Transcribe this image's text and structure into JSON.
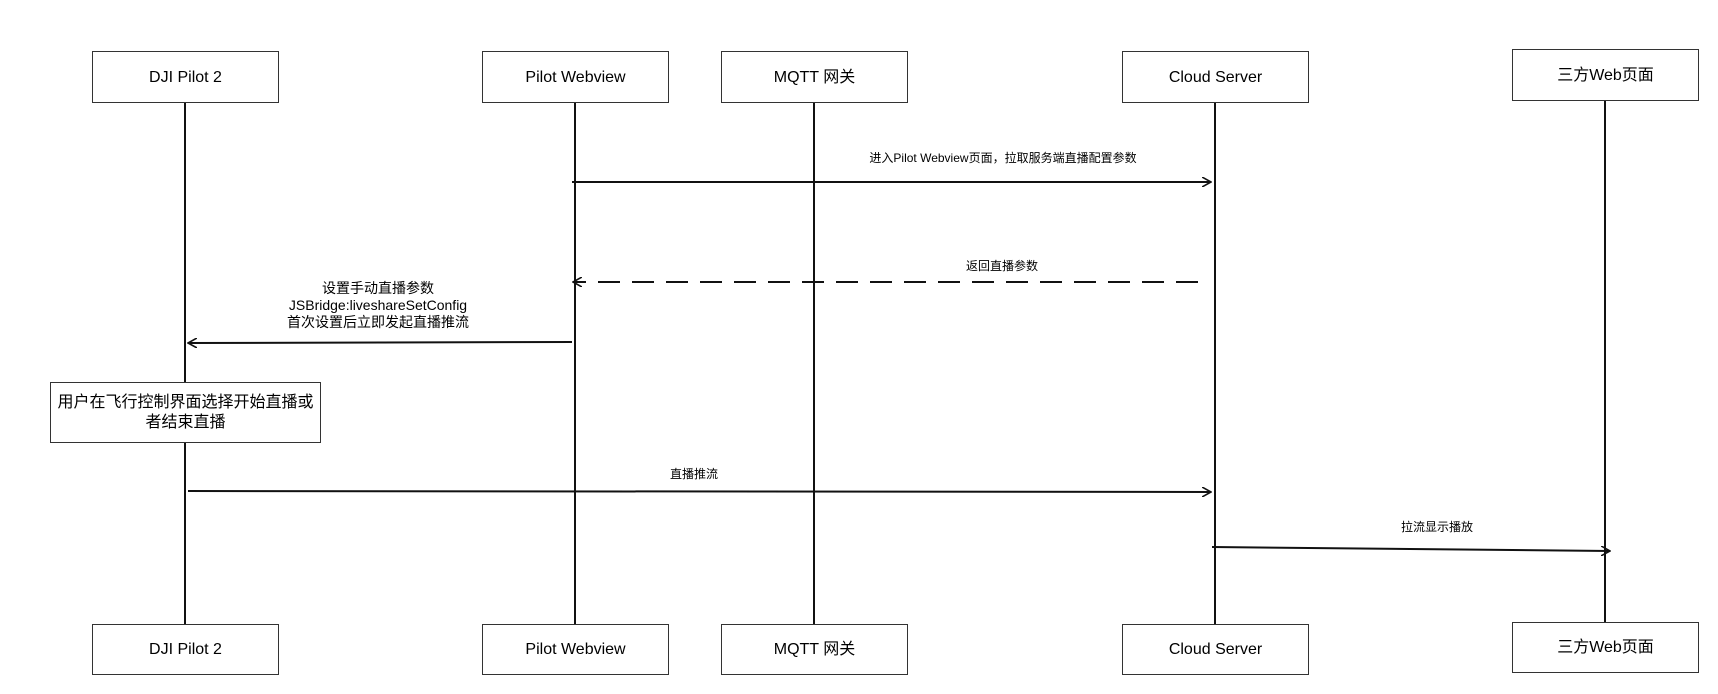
{
  "participants": [
    {
      "id": "dji-pilot-2",
      "label": "DJI Pilot 2"
    },
    {
      "id": "pilot-webview",
      "label": "Pilot Webview"
    },
    {
      "id": "mqtt-gateway",
      "label": "MQTT 网关"
    },
    {
      "id": "cloud-server",
      "label": "Cloud Server"
    },
    {
      "id": "third-party-web",
      "label": "三方Web页面"
    }
  ],
  "messages": [
    {
      "from": "pilot-webview",
      "to": "cloud-server",
      "style": "solid",
      "lines": [
        "进入Pilot Webview页面，拉取服务端直播配置参数"
      ]
    },
    {
      "from": "cloud-server",
      "to": "pilot-webview",
      "style": "dashed",
      "lines": [
        "返回直播参数"
      ]
    },
    {
      "from": "pilot-webview",
      "to": "dji-pilot-2",
      "style": "solid",
      "lines": [
        "设置手动直播参数",
        "JSBridge:liveshareSetConfig",
        "首次设置后立即发起直播推流"
      ]
    },
    {
      "from": "dji-pilot-2",
      "to": "cloud-server",
      "style": "solid",
      "lines": [
        "直播推流"
      ]
    },
    {
      "from": "cloud-server",
      "to": "third-party-web",
      "style": "solid",
      "lines": [
        "拉流显示播放"
      ]
    }
  ],
  "note": {
    "on": "dji-pilot-2",
    "text": "用户在飞行控制界面选择开始直播或者结束直播"
  },
  "colors": {
    "line": "#111111",
    "box_border": "#333333",
    "background": "#ffffff"
  }
}
